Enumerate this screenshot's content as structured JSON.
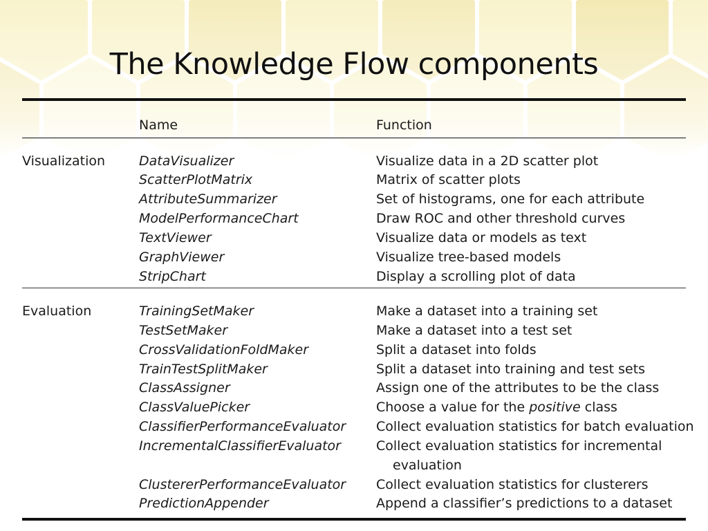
{
  "slide": {
    "title": "The Knowledge Flow components"
  },
  "table": {
    "headers": {
      "name": "Name",
      "function": "Function"
    },
    "groups": [
      {
        "category": "Visualization",
        "rows": [
          {
            "name": "DataVisualizer",
            "function": "Visualize data in a 2D scatter plot"
          },
          {
            "name": "ScatterPlotMatrix",
            "function": "Matrix of scatter plots"
          },
          {
            "name": "AttributeSummarizer",
            "function": "Set of histograms, one for each attribute"
          },
          {
            "name": "ModelPerformanceChart",
            "function": "Draw ROC and other threshold curves"
          },
          {
            "name": "TextViewer",
            "function": "Visualize data or models as text"
          },
          {
            "name": "GraphViewer",
            "function": "Visualize tree-based models"
          },
          {
            "name": "StripChart",
            "function": "Display a scrolling plot of data"
          }
        ]
      },
      {
        "category": "Evaluation",
        "rows": [
          {
            "name": "TrainingSetMaker",
            "function": "Make a dataset into a training set"
          },
          {
            "name": "TestSetMaker",
            "function": "Make a dataset into a test set"
          },
          {
            "name": "CrossValidationFoldMaker",
            "function": "Split a dataset into folds"
          },
          {
            "name": "TrainTestSplitMaker",
            "function": "Split a dataset into training and test sets"
          },
          {
            "name": "ClassAssigner",
            "function": "Assign one of the attributes to be the class"
          },
          {
            "name": "ClassValuePicker",
            "function_before": "Choose a value for the ",
            "function_em": "positive",
            "function_after": " class"
          },
          {
            "name": "ClassifierPerformanceEvaluator",
            "function": "Collect evaluation statistics for batch evaluation"
          },
          {
            "name": "IncrementalClassifierEvaluator",
            "function": "Collect evaluation statistics for incremental",
            "function_cont": "evaluation"
          },
          {
            "name": "ClustererPerformanceEvaluator",
            "function": "Collect evaluation statistics for clusterers"
          },
          {
            "name": "PredictionAppender",
            "function": "Append a classifier’s predictions to a dataset"
          }
        ]
      }
    ]
  },
  "colors": {
    "hex_light": "#fbf6d2",
    "hex_mid": "#f4ebb2",
    "text": "#1a1a1a"
  }
}
